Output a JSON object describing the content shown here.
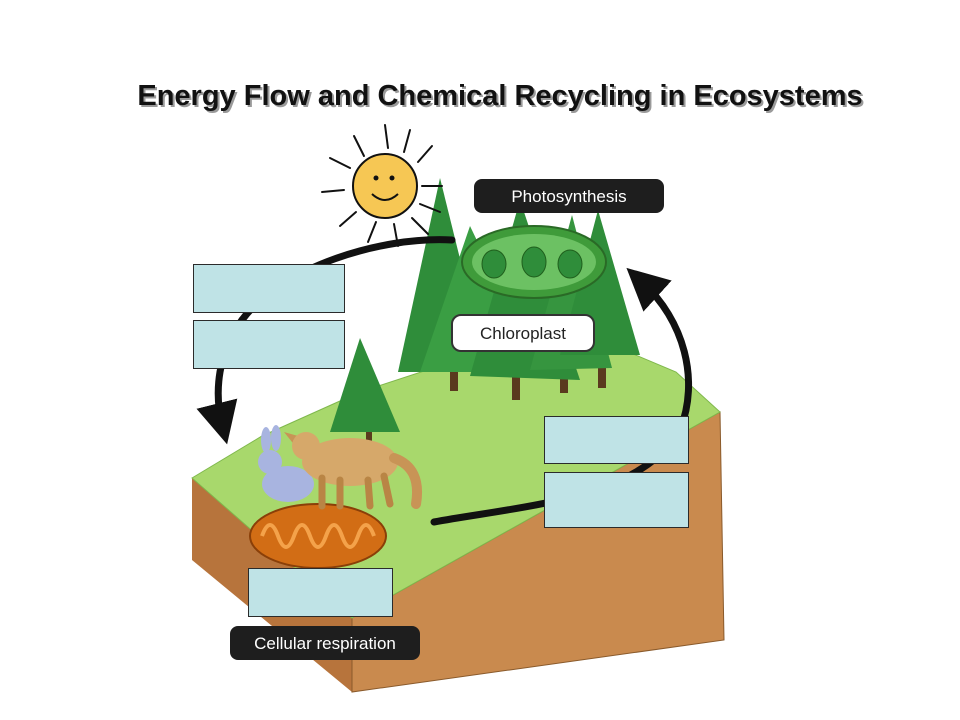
{
  "title": "Energy Flow and Chemical Recycling in Ecosystems",
  "labels": {
    "photosynthesis": "Photosynthesis",
    "chloroplast": "Chloroplast",
    "cellular_respiration": "Cellular respiration"
  },
  "blank_label_boxes": [
    "",
    "",
    "",
    "",
    ""
  ],
  "colors": {
    "box_fill": "#bfe3e6",
    "grass": "#a8d86c",
    "soil": "#c98a4e",
    "tree": "#2f8d3a",
    "sun": "#f6c754",
    "label_pill": "#1e1e1e"
  }
}
